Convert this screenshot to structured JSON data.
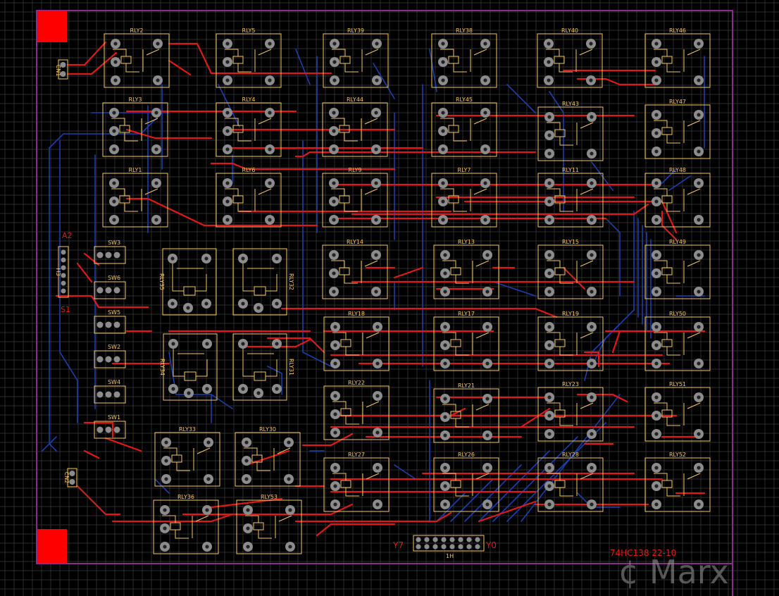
{
  "board": {
    "colors": {
      "background": "#000000",
      "grid": "#3d3d3d",
      "outline": "#8a2d8a",
      "silkscreen": "#f5c65a",
      "top_copper": "#e01818",
      "bottom_copper": "#1a3fb0",
      "pad": "#8c8c8c",
      "corner_pad": "#ff0000",
      "label_red": "#e01818"
    }
  },
  "relays": [
    {
      "id": "RLY2"
    },
    {
      "id": "RLY5"
    },
    {
      "id": "RLY39"
    },
    {
      "id": "RLY38"
    },
    {
      "id": "RLY40"
    },
    {
      "id": "RLY46"
    },
    {
      "id": "RLY3"
    },
    {
      "id": "RLY4"
    },
    {
      "id": "RLY44"
    },
    {
      "id": "RLY45"
    },
    {
      "id": "RLY43"
    },
    {
      "id": "RLY47"
    },
    {
      "id": "RLY1"
    },
    {
      "id": "RLY6"
    },
    {
      "id": "RLY9"
    },
    {
      "id": "RLY7"
    },
    {
      "id": "RLY11"
    },
    {
      "id": "RLY48"
    },
    {
      "id": "RLY14"
    },
    {
      "id": "RLY13"
    },
    {
      "id": "RLY15"
    },
    {
      "id": "RLY49"
    },
    {
      "id": "RLY18"
    },
    {
      "id": "RLY17"
    },
    {
      "id": "RLY19"
    },
    {
      "id": "RLY50"
    },
    {
      "id": "RLY22"
    },
    {
      "id": "RLY21"
    },
    {
      "id": "RLY23"
    },
    {
      "id": "RLY51"
    },
    {
      "id": "RLY27"
    },
    {
      "id": "RLY26"
    },
    {
      "id": "RLY28"
    },
    {
      "id": "RLY52"
    },
    {
      "id": "RLY33"
    },
    {
      "id": "RLY30"
    },
    {
      "id": "RLY36"
    },
    {
      "id": "RLY53"
    },
    {
      "id": "RLY35"
    },
    {
      "id": "RLY32"
    },
    {
      "id": "RLY34"
    },
    {
      "id": "RLY31"
    }
  ],
  "switches": [
    "SW3",
    "SW6",
    "SW5",
    "SW2",
    "SW4",
    "SW1"
  ],
  "connectors": {
    "cn1": "CN1",
    "cn2": "CN2",
    "h3": "H3",
    "h3_top_label": "A2",
    "h3_bottom_label": "S1",
    "header": "1H",
    "header_left": "Y7",
    "header_right": "Y0"
  },
  "annotation": "74HC138   22-10",
  "watermark": "¢ Marx"
}
